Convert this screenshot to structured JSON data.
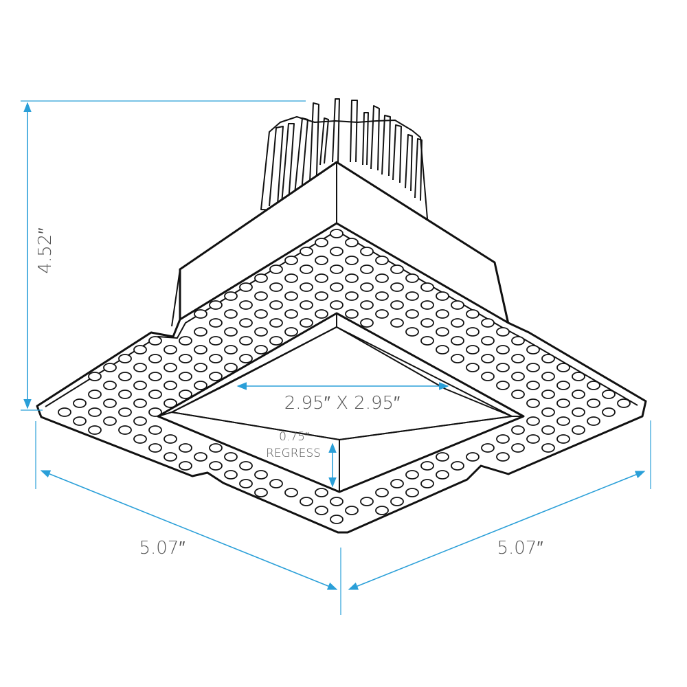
{
  "dimensions": {
    "height": "4.52″",
    "width_left": "5.07″",
    "width_right": "5.07″",
    "aperture": "2.95″ X 2.95″",
    "regress_value": "0.75″",
    "regress_label": "REGRESS"
  },
  "colors": {
    "dimension_lines": "#2a9fd8",
    "outline": "#111111",
    "text": "#555555"
  }
}
